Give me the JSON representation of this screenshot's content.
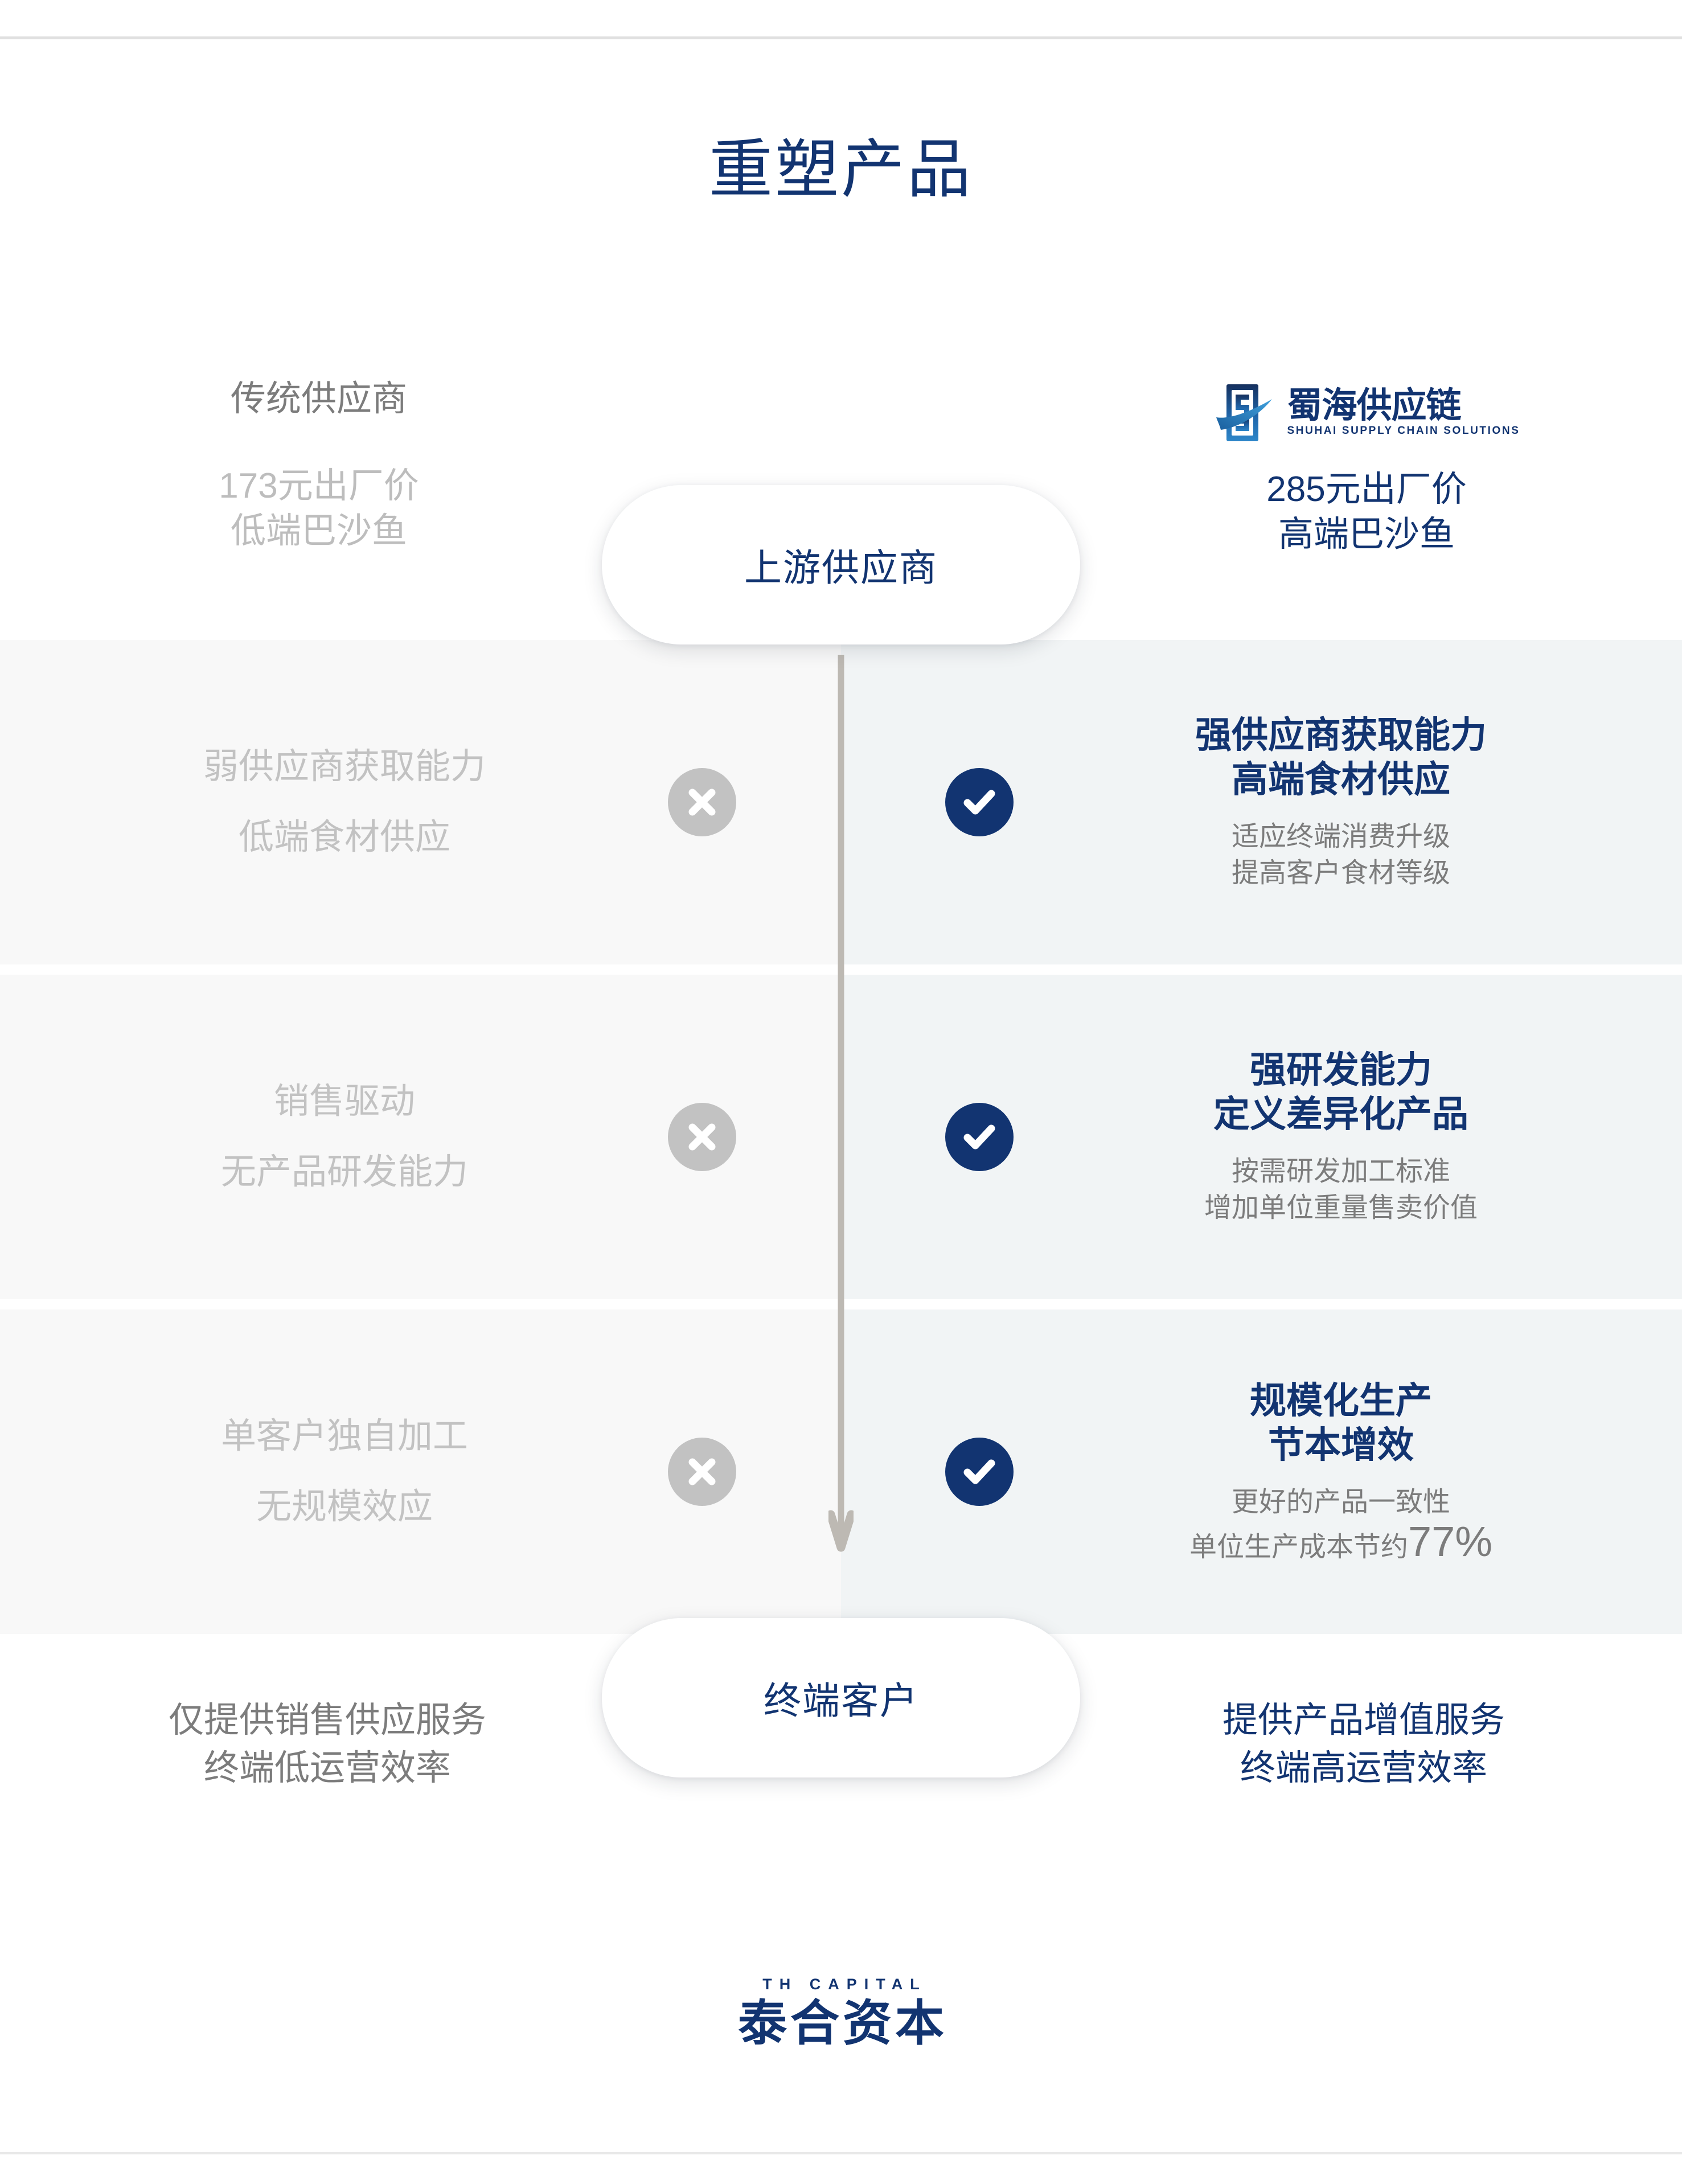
{
  "page": {
    "title": "重塑产品"
  },
  "colors": {
    "brand_navy": "#123471",
    "muted_gray": "#7c7c7c",
    "light_gray": "#c2c2c2",
    "band_left": "#f8f8f8",
    "band_right": "#f1f4f5",
    "rule": "#e0e0e0"
  },
  "left_column": {
    "header": "传统供应商",
    "price_line1": "173元出厂价",
    "price_line2": "低端巴沙鱼",
    "footer_line1": "仅提供销售供应服务",
    "footer_line2": "终端低运营效率"
  },
  "right_column": {
    "logo": {
      "cn": "蜀海供应链",
      "en": "SHUHAI SUPPLY CHAIN SOLUTIONS",
      "mark_name": "shuhai-seal-mark"
    },
    "price_line1": "285元出厂价",
    "price_line2": "高端巴沙鱼",
    "footer_line1": "提供产品增值服务",
    "footer_line2": "终端高运营效率"
  },
  "flow": {
    "top_node": "上游供应商",
    "bottom_node": "终端客户",
    "arrow_direction": "down"
  },
  "rows": [
    {
      "left_line1": "弱供应商获取能力",
      "left_line2": "低端食材供应",
      "left_icon": "cross-circle-icon",
      "right_icon": "check-circle-icon",
      "right_main_line1": "强供应商获取能力",
      "right_main_line2": "高端食材供应",
      "right_note_line1": "适应终端消费升级",
      "right_note_line2": "提高客户食材等级",
      "right_note_highlight": ""
    },
    {
      "left_line1": "销售驱动",
      "left_line2": "无产品研发能力",
      "left_icon": "cross-circle-icon",
      "right_icon": "check-circle-icon",
      "right_main_line1": "强研发能力",
      "right_main_line2": "定义差异化产品",
      "right_note_line1": "按需研发加工标准",
      "right_note_line2": "增加单位重量售卖价值",
      "right_note_highlight": ""
    },
    {
      "left_line1": "单客户独自加工",
      "left_line2": "无规模效应",
      "left_icon": "cross-circle-icon",
      "right_icon": "check-circle-icon",
      "right_main_line1": "规模化生产",
      "right_main_line2": "节本增效",
      "right_note_line1": "更好的产品一致性",
      "right_note_line2": "单位生产成本节约",
      "right_note_highlight": "77%"
    }
  ],
  "footer_logo": {
    "en": "TH CAPITAL",
    "cn": "泰合资本"
  }
}
